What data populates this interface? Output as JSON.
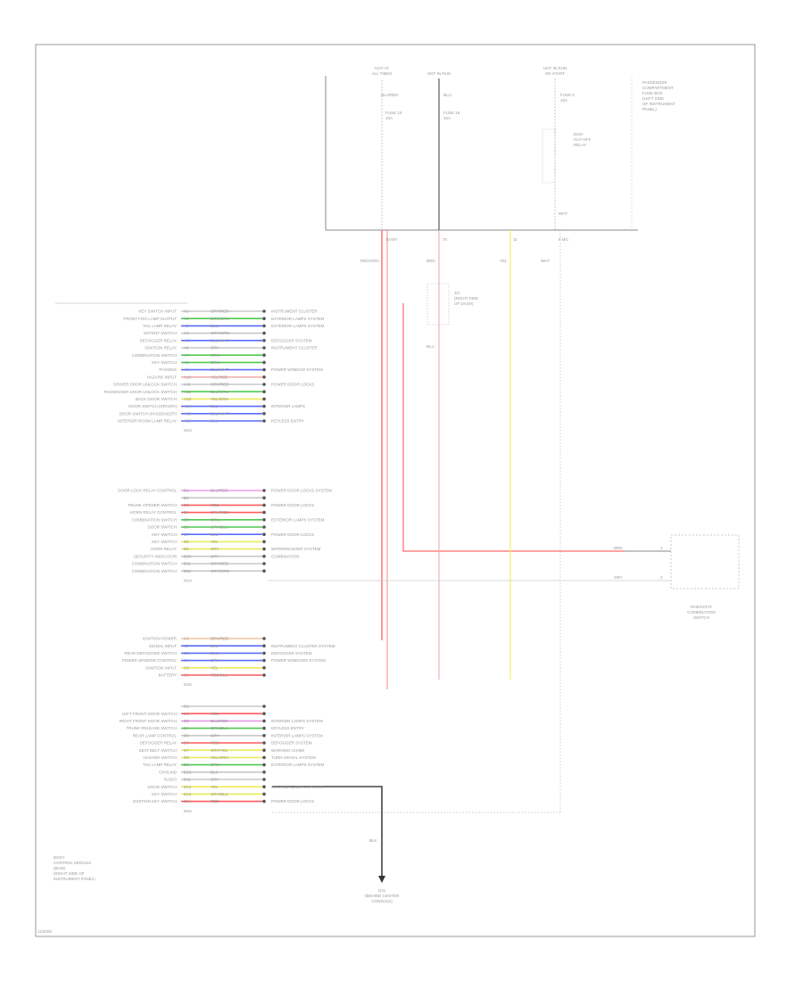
{
  "diagram": {
    "border_color": "#9a9a9a",
    "footer_code": "11/2009",
    "main_module": {
      "name_lines": [
        "BODY",
        "CONTROL MODULE",
        "(BCM)",
        "(RIGHT SIDE OF",
        "INSTRUMENT PANEL)"
      ]
    },
    "top_sources": [
      {
        "name_lines": [
          "HOT AT",
          "ALL TIMES"
        ],
        "fuse": [
          "FUSE 10",
          "10A"
        ],
        "circuit": "BLU/RED"
      },
      {
        "name_lines": [
          "HOT IN RUN"
        ],
        "fuse": [
          "FUSE 18",
          "10A"
        ],
        "circuit": "BLU"
      },
      {
        "name_lines": [
          "HOT IN RUN",
          "OR START"
        ],
        "fuse": [
          "FUSE 6",
          "10A"
        ],
        "circuit": "WHT"
      }
    ],
    "top_right_note": [
      "PASSENGER",
      "COMPARTMENT",
      "FUSE BOX",
      "(LEFT SIDE",
      "OF INSTRUMENT",
      "PANEL)"
    ],
    "relay_label": [
      "BCM",
      "CUT-OFF",
      "RELAY"
    ],
    "junction_label": [
      "J/C",
      "(RIGHT SIDE",
      "OF DASH)"
    ],
    "top_wire_labels": [
      "RED/GRN",
      "BRN",
      "YEL",
      "WHT",
      "BLU"
    ],
    "top_pin_labels": [
      "10  M/7",
      "70",
      "11",
      "8  M/1"
    ],
    "bottom_ground": {
      "name_lines": [
        "G21",
        "(BEHIND CENTER",
        "CONSOLE)"
      ],
      "circuit": "BLK"
    },
    "right_switch": {
      "name_lines": [
        "RHEOSTAT",
        "COMBINATION",
        "SWITCH"
      ],
      "pins": [
        "1",
        "2"
      ],
      "wire_labels": [
        "BRN",
        "GRY"
      ]
    },
    "connector_groups": [
      {
        "name": "M13",
        "pins": [
          {
            "pin": "A1",
            "func": "KEY SWITCH INPUT",
            "wire": "GRY/RED",
            "color": "#c8c8c8",
            "dest": "INSTRUMENT CLUSTER"
          },
          {
            "pin": "A2",
            "func": "FRONT FOG LAMP OUTPUT",
            "wire": "BRN/GRN",
            "color": "#4fc94f",
            "dest": "EXTERIOR LAMPS SYSTEM"
          },
          {
            "pin": "A3",
            "func": "TAIL LAMP RELAY",
            "wire": "BLU",
            "color": "#5a6cff",
            "dest": "EXTERIOR LAMPS SYSTEM"
          },
          {
            "pin": "A4",
            "func": "DETENT SWITCH",
            "wire": "GRY/GRN",
            "color": "#c8c8c8",
            "dest": ""
          },
          {
            "pin": "A5",
            "func": "DEFOGGER RELAY",
            "wire": "BLU/WHT",
            "color": "#5a6cff",
            "dest": "DEFOGGER SYSTEM"
          },
          {
            "pin": "A6",
            "func": "IGNITION RELAY",
            "wire": "GRY",
            "color": "#c8c8c8",
            "dest": "INSTRUMENT CLUSTER"
          },
          {
            "pin": "A7",
            "func": "COMBINATION SWITCH",
            "wire": "GRN",
            "color": "#4fc94f",
            "dest": ""
          },
          {
            "pin": "A8",
            "func": "KEY SWITCH",
            "wire": "GRN",
            "color": "#4fc94f",
            "dest": ""
          },
          {
            "pin": "A9",
            "func": "PASSING",
            "wire": "BLU/WHT",
            "color": "#5a6cff",
            "dest": "POWER WINDOW SYSTEM"
          },
          {
            "pin": "A10",
            "func": "HAZARD INPUT",
            "wire": "YEL/RED",
            "color": "#f2b0b0",
            "dest": ""
          },
          {
            "pin": "A11",
            "func": "DRIVER DOOR UNLOCK SWITCH",
            "wire": "GRY/RED",
            "color": "#c8c8c8",
            "dest": "POWER DOOR LOCKS"
          },
          {
            "pin": "A12",
            "func": "PASSENGER DOOR UNLOCK SWITCH",
            "wire": "BLU/GRN",
            "color": "#4fc94f",
            "dest": ""
          },
          {
            "pin": "A13",
            "func": "BACK DOOR SWITCH",
            "wire": "YEL/GRN",
            "color": "#eaea5a",
            "dest": ""
          },
          {
            "pin": "A14",
            "func": "DOOR SWITCH (DRIVER)",
            "wire": "BLU",
            "color": "#5a6cff",
            "dest": "INTERIOR LAMPS"
          },
          {
            "pin": "A15",
            "func": "DOOR SWITCH (PASSENGER)",
            "wire": "BLU/WHT",
            "color": "#5a6cff",
            "dest": ""
          },
          {
            "pin": "A16",
            "func": "INTERIOR ROOM LAMP RELAY",
            "wire": "BLU",
            "color": "#5a6cff",
            "dest": "KEYLESS ENTRY"
          }
        ]
      },
      {
        "name": "M14",
        "pins": [
          {
            "pin": "B1",
            "func": "DOOR LOCK RELAY CONTROL",
            "wire": "BLU/RED",
            "color": "#e89ae8",
            "dest": "POWER DOOR LOCKS SYSTEM"
          },
          {
            "pin": "B2",
            "func": "",
            "wire": "",
            "color": "#c8c8c8",
            "dest": ""
          },
          {
            "pin": "B3",
            "func": "TRUNK OPENER SWITCH",
            "wire": "RED",
            "color": "#ff5a5a",
            "dest": "POWER DOOR LOCKS"
          },
          {
            "pin": "B4",
            "func": "HORN RELAY CONTROL",
            "wire": "GRY/RED",
            "color": "#ff5a5a",
            "dest": ""
          },
          {
            "pin": "B5",
            "func": "COMBINATION SWITCH",
            "wire": "GRN",
            "color": "#4fc94f",
            "dest": "EXTERIOR LAMPS SYSTEM"
          },
          {
            "pin": "B6",
            "func": "DOOR SWITCH",
            "wire": "GRY/BLU",
            "color": "#4fc94f",
            "dest": ""
          },
          {
            "pin": "B7",
            "func": "KEY SWITCH",
            "wire": "BLU",
            "color": "#5a6cff",
            "dest": "POWER DOOR LOCKS"
          },
          {
            "pin": "B8",
            "func": "KEY SWITCH",
            "wire": "YEL",
            "color": "#eaea5a",
            "dest": ""
          },
          {
            "pin": "B9",
            "func": "HORN RELAY",
            "wire": "GRY",
            "color": "#eaea5a",
            "dest": "WIPER/WASHER SYSTEM"
          },
          {
            "pin": "B10",
            "func": "SECURITY INDICATOR",
            "wire": "GRY",
            "color": "#c8c8c8",
            "dest": "COMBINATION"
          },
          {
            "pin": "B11",
            "func": "COMBINATION SWITCH",
            "wire": "GRY/RED",
            "color": "#c8c8c8",
            "dest": ""
          },
          {
            "pin": "B12",
            "func": "COMBINATION SWITCH",
            "wire": "GRY/GRN",
            "color": "#c8c8c8",
            "dest": ""
          }
        ]
      },
      {
        "name": "M15",
        "pins": [
          {
            "pin": "C1",
            "func": "IGNITION POWER",
            "wire": "BRN/RED",
            "color": "#f5c29a",
            "dest": ""
          },
          {
            "pin": "C2",
            "func": "SIGNAL INPUT",
            "wire": "BLU",
            "color": "#5a6cff",
            "dest": "INSTRUMENT CLUSTER SYSTEM"
          },
          {
            "pin": "C3",
            "func": "REAR DEFOGGER SWITCH",
            "wire": "BLU",
            "color": "#5a6cff",
            "dest": "DEFOGGER SYSTEM"
          },
          {
            "pin": "C4",
            "func": "POWER WINDOW CONTROL",
            "wire": "GRY",
            "color": "#5a6cff",
            "dest": "POWER WINDOWS SYSTEM"
          },
          {
            "pin": "C5",
            "func": "IGNITION INPUT",
            "wire": "YEL",
            "color": "#eaea5a",
            "dest": ""
          },
          {
            "pin": "C6",
            "func": "BATTERY",
            "wire": "RED/BLU",
            "color": "#ff5a5a",
            "dest": ""
          }
        ]
      },
      {
        "name": "M16",
        "pins": [
          {
            "pin": "D1",
            "func": "",
            "wire": "",
            "color": "#c8c8c8",
            "dest": ""
          },
          {
            "pin": "D2",
            "func": "LEFT FRONT DOOR SWITCH",
            "wire": "RED",
            "color": "#ff5a5a",
            "dest": ""
          },
          {
            "pin": "D3",
            "func": "RIGHT FRONT DOOR SWITCH",
            "wire": "BLU/RED",
            "color": "#e89ae8",
            "dest": "INTERIOR LAMPS SYSTEM"
          },
          {
            "pin": "D4",
            "func": "TRUNK RELEASE SWITCH",
            "wire": "GRN/BLK",
            "color": "#4fc94f",
            "dest": "KEYLESS ENTRY"
          },
          {
            "pin": "D5",
            "func": "REAR LAMP CONTROL",
            "wire": "GRY",
            "color": "#c8c8c8",
            "dest": "INTERIOR LAMPS SYSTEM"
          },
          {
            "pin": "D6",
            "func": "DEFOGGER RELAY",
            "wire": "RED",
            "color": "#ff5a5a",
            "dest": "DEFOGGER SYSTEM"
          },
          {
            "pin": "D7",
            "func": "SEAT BELT SWITCH",
            "wire": "GRY/YEL",
            "color": "#eaea5a",
            "dest": "WARNING CHIME"
          },
          {
            "pin": "D8",
            "func": "HAZARD SWITCH",
            "wire": "YEL/GRN",
            "color": "#eaea5a",
            "dest": "TURN SIGNAL SYSTEM"
          },
          {
            "pin": "D9",
            "func": "TAIL LAMP RELAY",
            "wire": "GRN",
            "color": "#4fc94f",
            "dest": "EXTERIOR LAMPS SYSTEM"
          },
          {
            "pin": "D10",
            "func": "GROUND",
            "wire": "BLK",
            "color": "#c8c8c8",
            "dest": ""
          },
          {
            "pin": "D11",
            "func": "RADIO",
            "wire": "GRY",
            "color": "#c8c8c8",
            "dest": ""
          },
          {
            "pin": "D12",
            "func": "DOOR SWITCH",
            "wire": "YEL",
            "color": "#eaea5a",
            "dest": "INTERIOR LAMPS SYSTEM"
          },
          {
            "pin": "D13",
            "func": "KEY SWITCH",
            "wire": "GRY/BLU",
            "color": "#eaea5a",
            "dest": ""
          },
          {
            "pin": "D14",
            "func": "IGNITION KEY SWITCH",
            "wire": "RED",
            "color": "#ff5a5a",
            "dest": "POWER DOOR LOCKS"
          }
        ]
      }
    ]
  }
}
